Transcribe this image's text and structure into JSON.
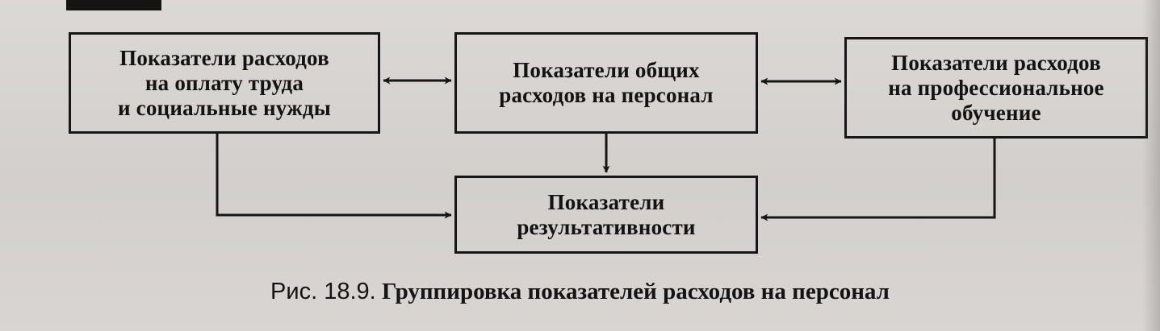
{
  "diagram": {
    "nodes": {
      "labor_costs": "Показатели расходов\nна оплату труда\nи социальные нужды",
      "general_costs": "Показатели общих\nрасходов на персонал",
      "training_costs": "Показатели расходов\nна профессиональное\nобучение",
      "results": "Показатели\nрезультативности"
    },
    "edges": [
      {
        "from": "labor_costs",
        "to": "general_costs",
        "type": "bidirectional"
      },
      {
        "from": "general_costs",
        "to": "training_costs",
        "type": "bidirectional"
      },
      {
        "from": "general_costs",
        "to": "results",
        "type": "directed"
      },
      {
        "from": "labor_costs",
        "to": "results",
        "type": "directed"
      },
      {
        "from": "training_costs",
        "to": "results",
        "type": "directed"
      }
    ]
  },
  "caption": {
    "prefix": "Рис. 18.9.",
    "title": "Группировка показателей расходов на персонал"
  },
  "colors": {
    "paper": "#d7d4d1",
    "ink": "#171515"
  }
}
